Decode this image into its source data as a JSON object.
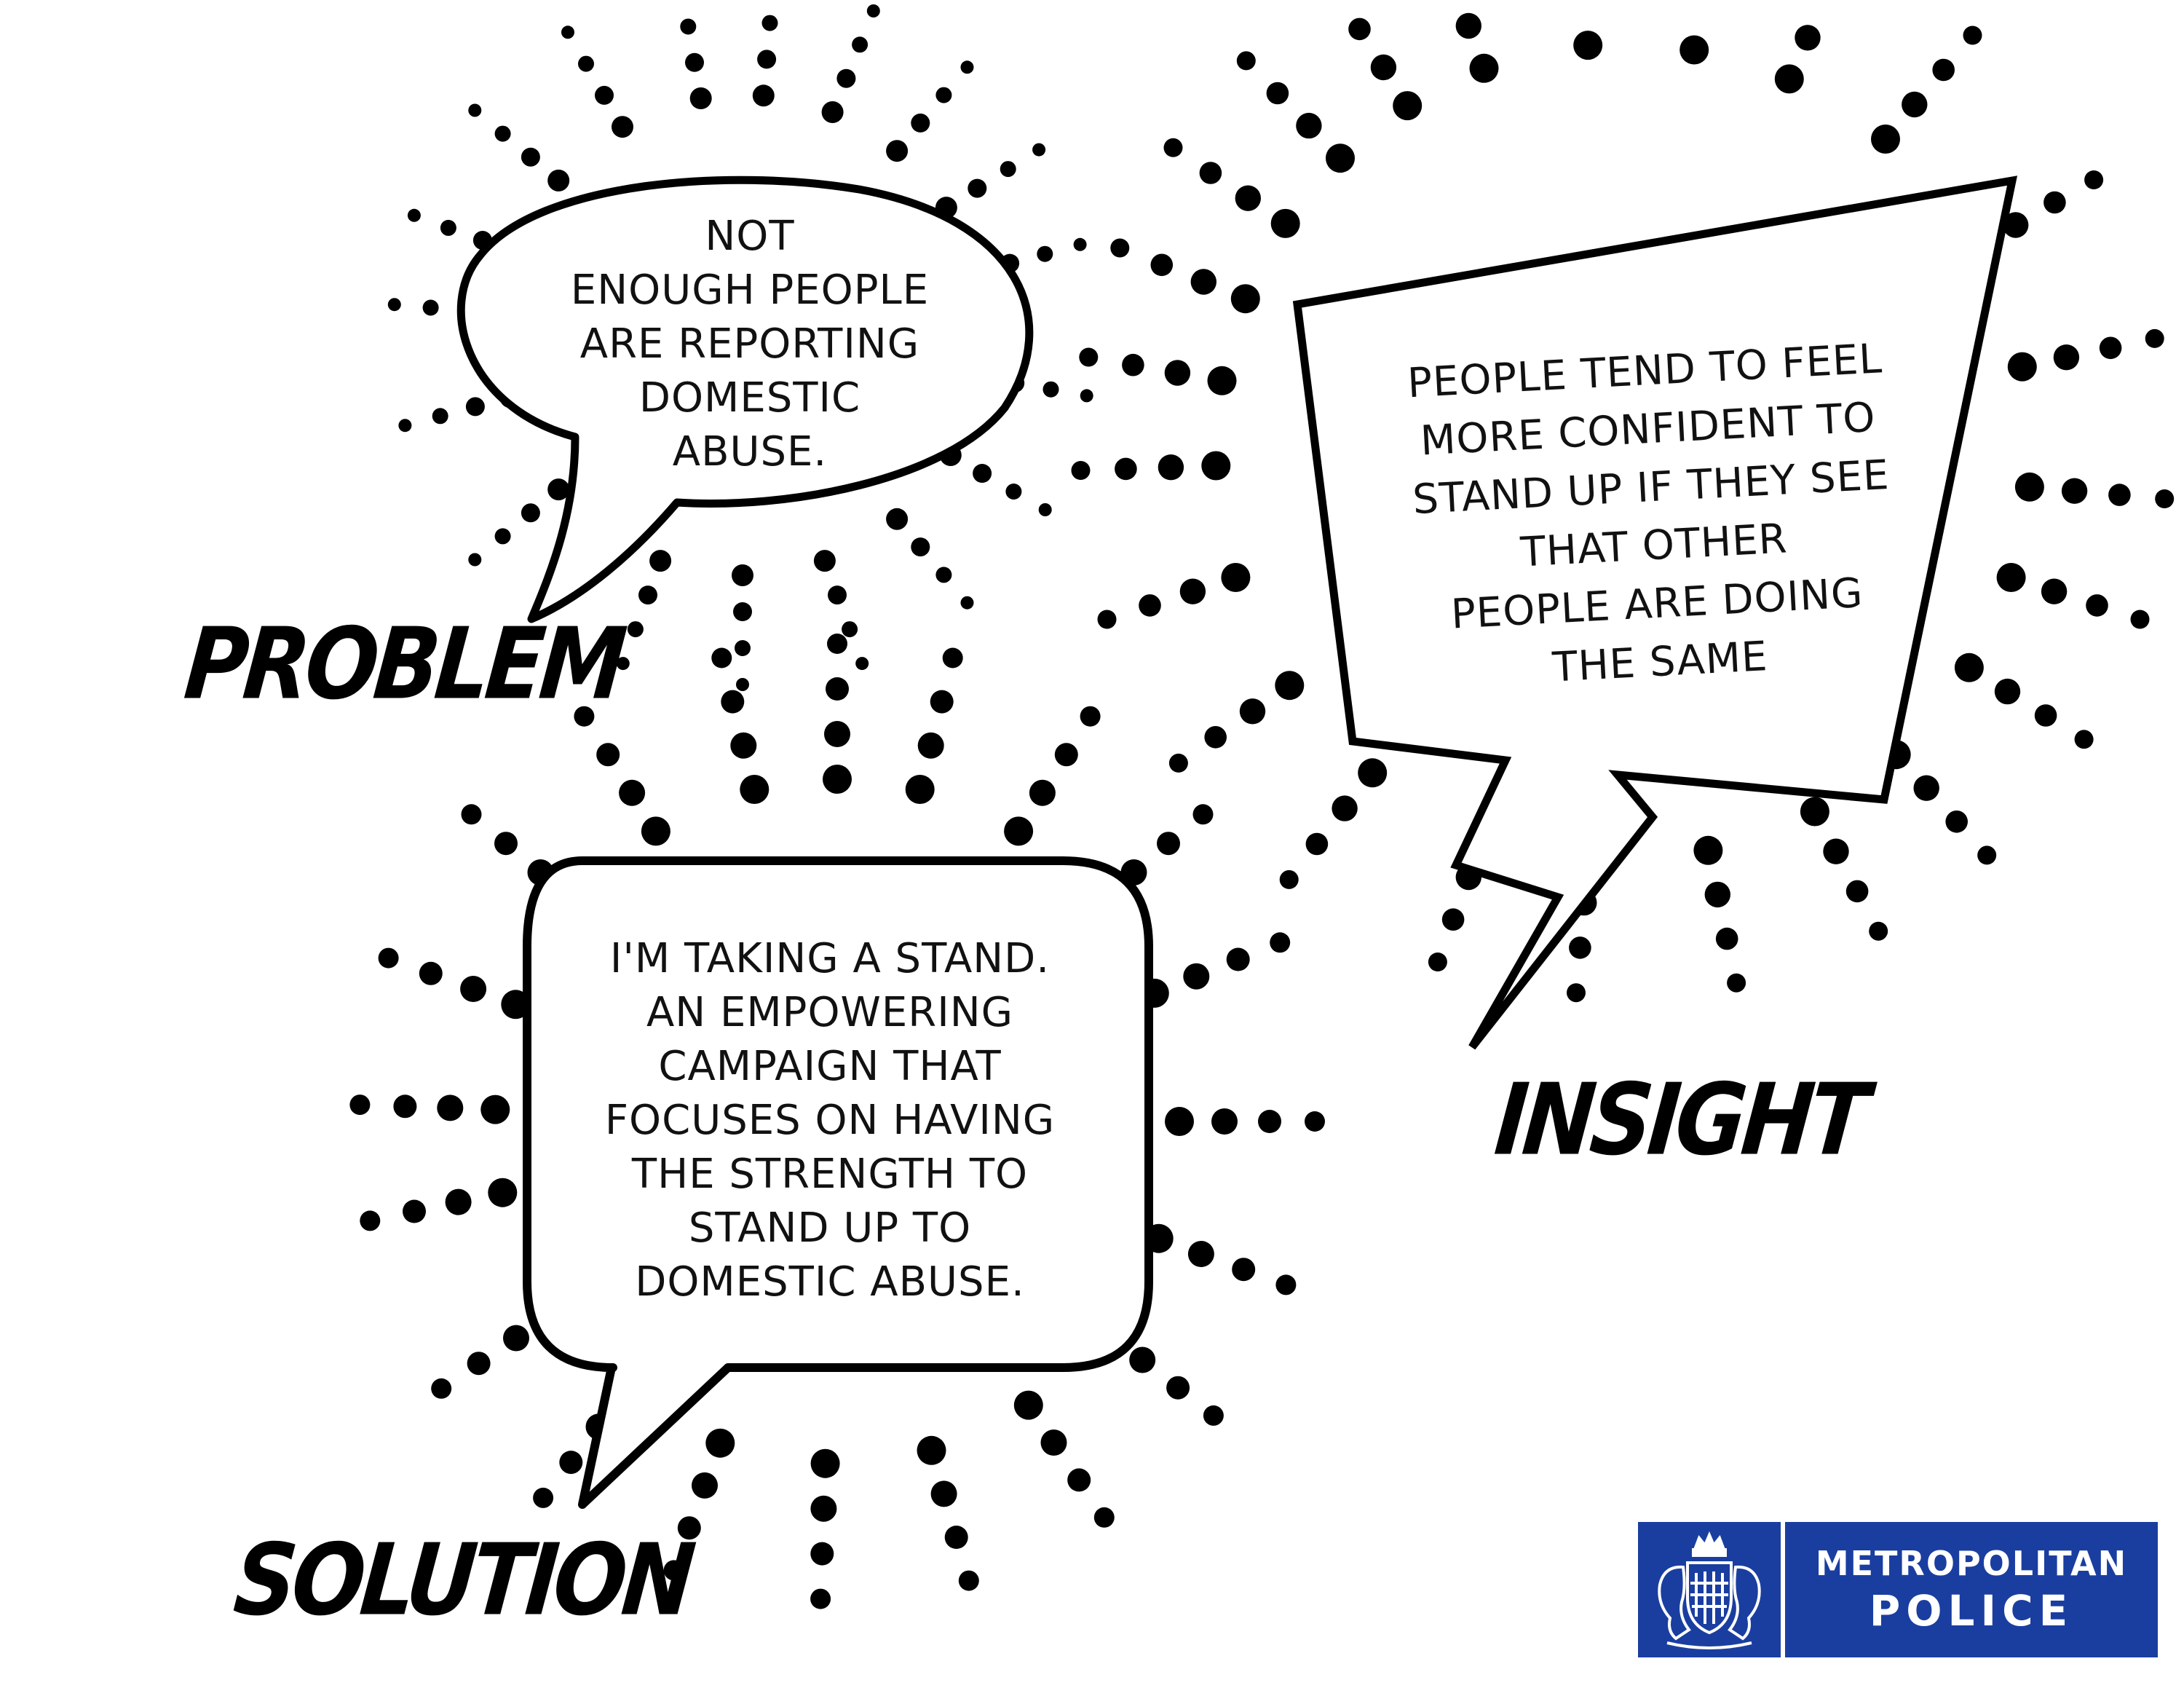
{
  "problem": {
    "label": "PROBLEM",
    "lines": [
      "NOT",
      "ENOUGH PEOPLE",
      "ARE  REPORTING",
      "DOMESTIC",
      "ABUSE."
    ]
  },
  "insight": {
    "label": "INSIGHT",
    "lines": [
      "PEOPLE TEND TO FEEL",
      "MORE CONFIDENT TO",
      "STAND UP IF THEY SEE",
      "THAT OTHER",
      "PEOPLE ARE DOING",
      "THE SAME"
    ]
  },
  "solution": {
    "label": "SOLUTION",
    "lines": [
      "I'M TAKING A STAND.",
      "AN EMPOWERING",
      "CAMPAIGN THAT",
      "FOCUSES ON HAVING",
      "THE STRENGTH TO",
      "STAND UP TO",
      "DOMESTIC ABUSE."
    ]
  },
  "logo": {
    "line1": "METROPOLITAN",
    "line2": "POLICE",
    "background_color": "#1a3ea0",
    "crest_icon": "police-crest-icon"
  }
}
